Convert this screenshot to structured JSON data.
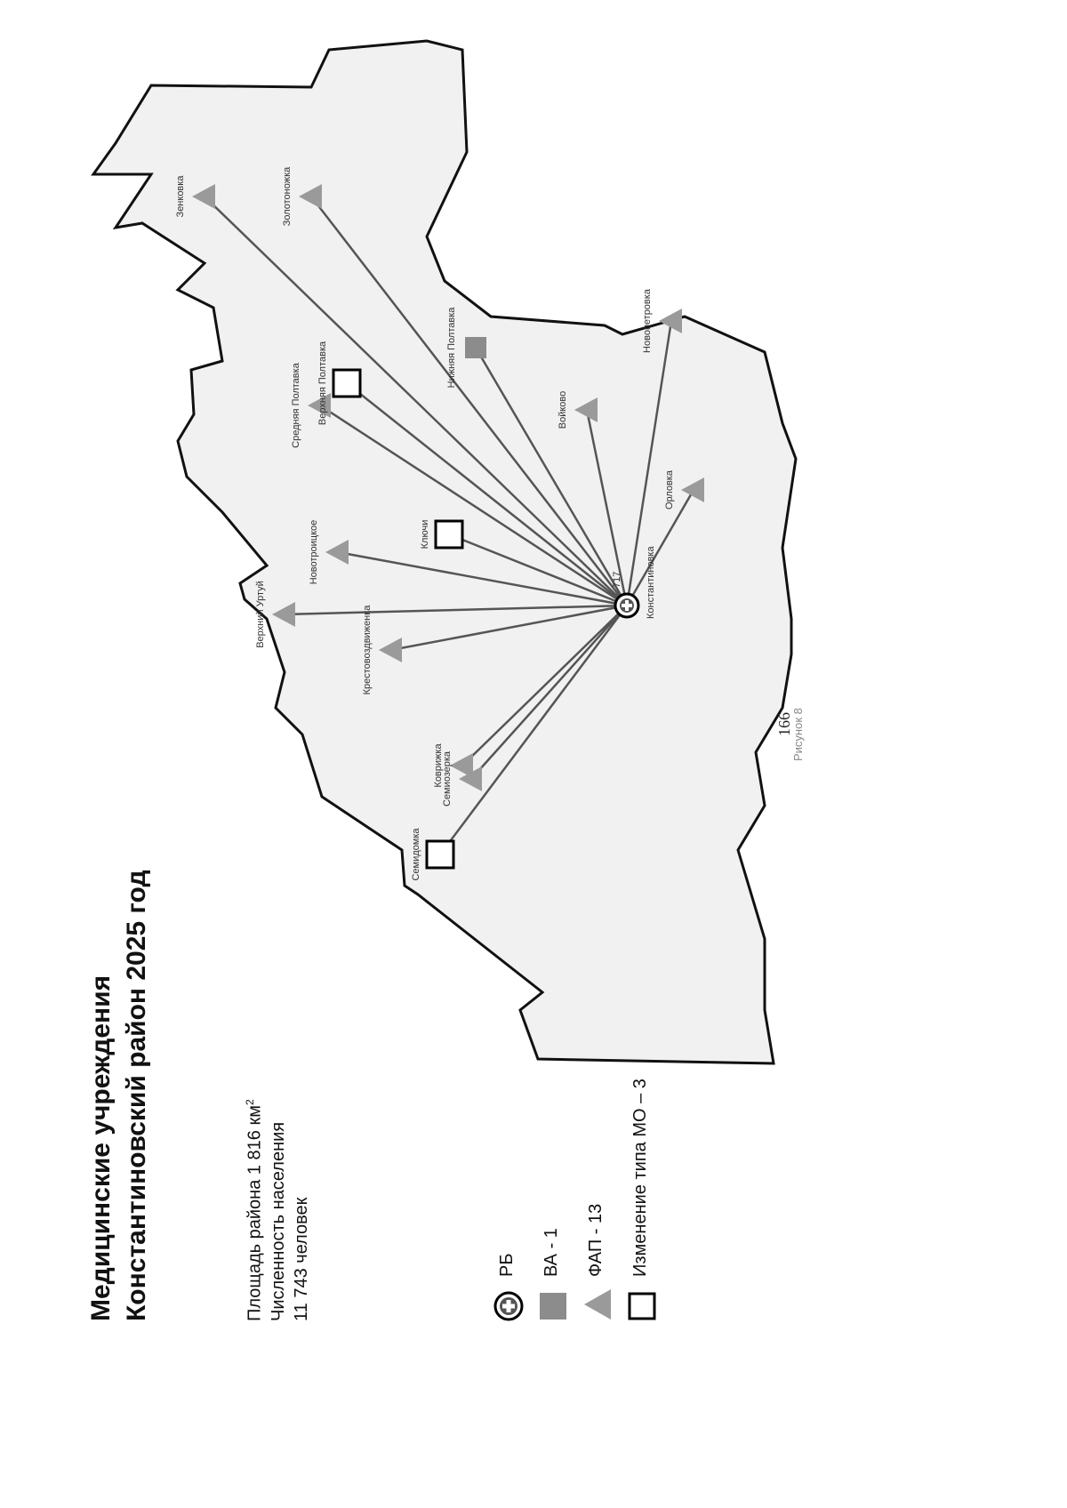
{
  "page_number": "166",
  "title_line1": "Медицинские учреждения",
  "title_line2": "Константиновский район 2025 год",
  "stats": {
    "area_prefix": "Площадь района 1 816 км",
    "area_sup": "2",
    "population_label": "Численность населения",
    "population_value": "11 743 человек"
  },
  "legend": [
    {
      "symbol": "rb-icon",
      "label": "РБ"
    },
    {
      "symbol": "va-square-icon",
      "label": "ВА - 1"
    },
    {
      "symbol": "fap-triangle-icon",
      "label": "ФАП - 13"
    },
    {
      "symbol": "change-square-icon",
      "label": "Изменение типа МО – 3"
    }
  ],
  "center": {
    "name": "Константиновка",
    "code": "717"
  },
  "settlements": [
    {
      "name": "Зенковка",
      "type": "fap"
    },
    {
      "name": "Золотоножка",
      "type": "fap"
    },
    {
      "name": "Верхняя Полтавка",
      "type": "changed"
    },
    {
      "name": "Нижняя Полтавка",
      "type": "va"
    },
    {
      "name": "Средняя Полтавка",
      "type": "fap"
    },
    {
      "name": "Новопетровка",
      "type": "fap"
    },
    {
      "name": "Войково",
      "type": "fap"
    },
    {
      "name": "Орловка",
      "type": "fap"
    },
    {
      "name": "Ключи",
      "type": "changed"
    },
    {
      "name": "Новотроицкое",
      "type": "fap"
    },
    {
      "name": "Верхний Уртуй",
      "type": "fap"
    },
    {
      "name": "Крестовоздвиженка",
      "type": "fap"
    },
    {
      "name": "Коврижка",
      "type": "fap"
    },
    {
      "name": "Семиозерка",
      "type": "fap"
    },
    {
      "name": "Семидомка",
      "type": "changed"
    }
  ],
  "caption": "Рисунок 8",
  "colors": {
    "line": "#555555",
    "region_fill": "#f1f1f1",
    "region_border": "#111111",
    "fap": "#9a9a9a",
    "va": "#8c8c8c"
  }
}
